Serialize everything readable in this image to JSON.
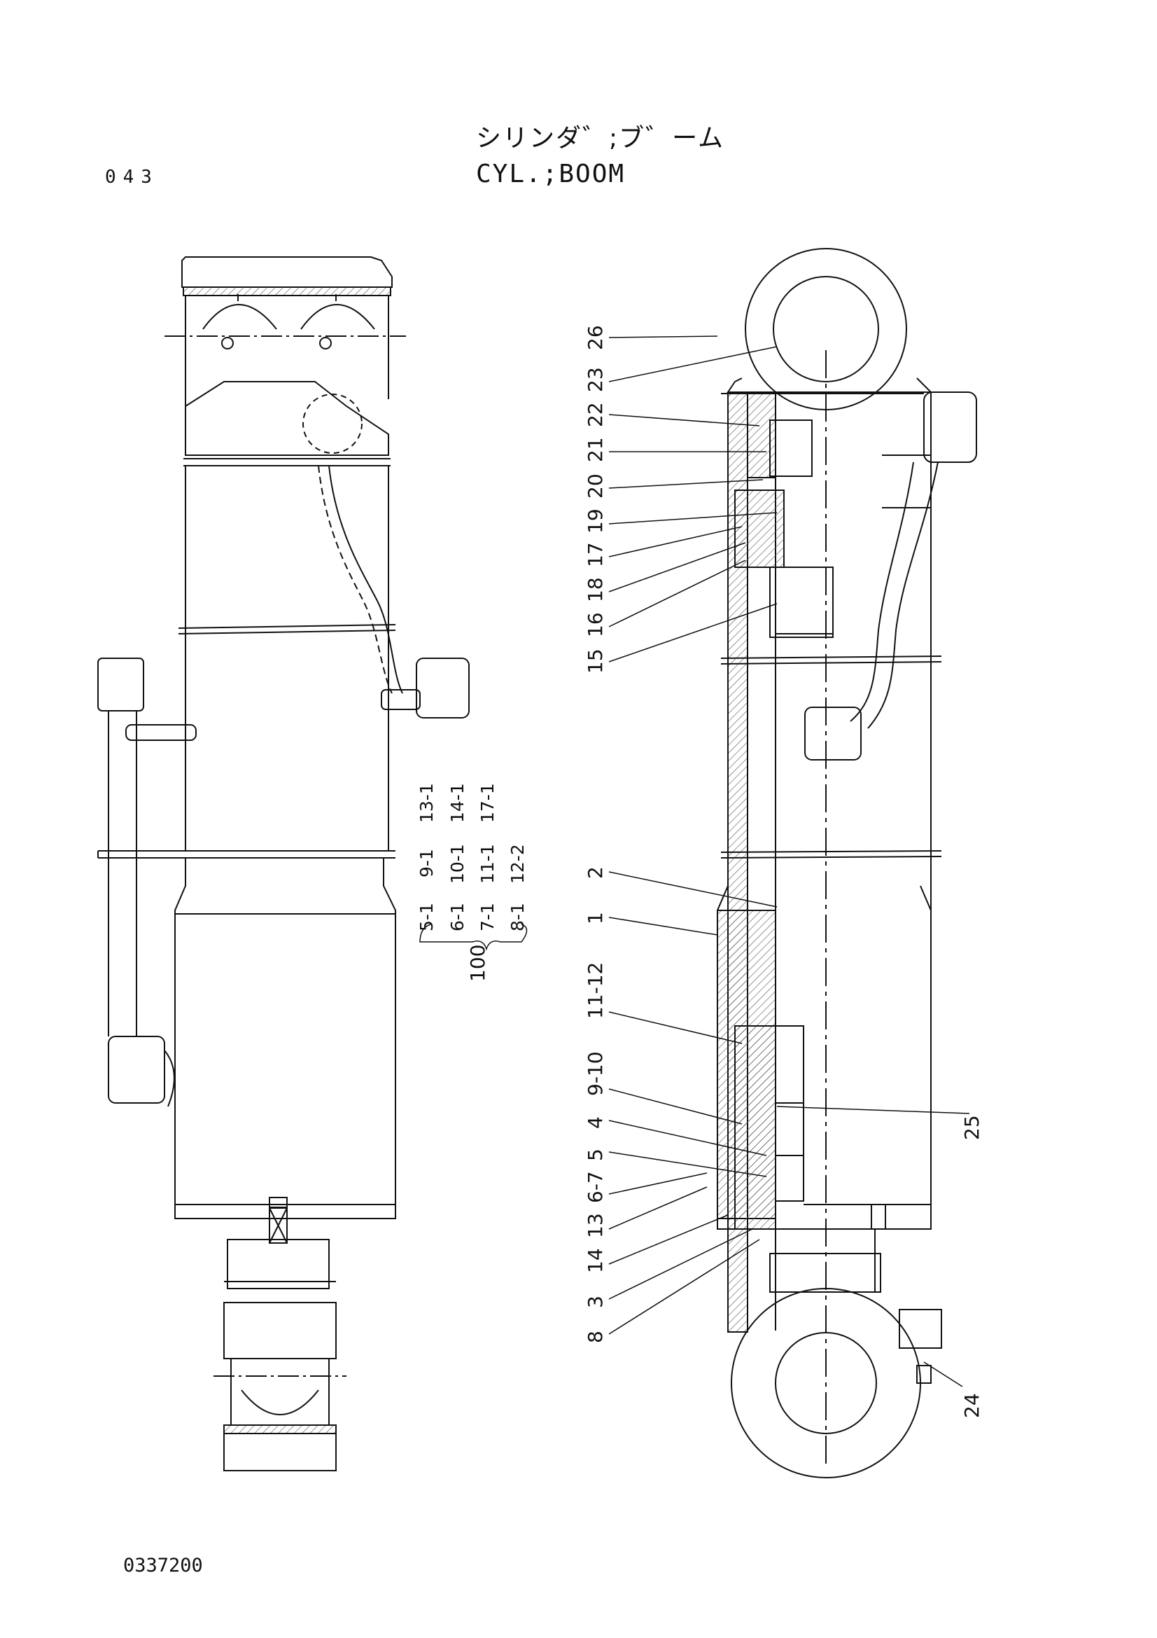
{
  "header": {
    "page_number": "043",
    "title_jp": "シリンダ゛;ブ゛ーム",
    "title_en": "CYL.;BOOM"
  },
  "footer": {
    "drawing_number": "0337200"
  },
  "callouts": [
    {
      "id": "c26",
      "label": "26"
    },
    {
      "id": "c23",
      "label": "23"
    },
    {
      "id": "c22",
      "label": "22"
    },
    {
      "id": "c21",
      "label": "21"
    },
    {
      "id": "c20",
      "label": "20"
    },
    {
      "id": "c19",
      "label": "19"
    },
    {
      "id": "c17",
      "label": "17"
    },
    {
      "id": "c18",
      "label": "18"
    },
    {
      "id": "c16",
      "label": "16"
    },
    {
      "id": "c15",
      "label": "15"
    },
    {
      "id": "c2",
      "label": "2"
    },
    {
      "id": "c1",
      "label": "1"
    },
    {
      "id": "c1112",
      "label": "11-12"
    },
    {
      "id": "c910",
      "label": "9-10"
    },
    {
      "id": "c4",
      "label": "4"
    },
    {
      "id": "c5",
      "label": "5"
    },
    {
      "id": "c67",
      "label": "6-7"
    },
    {
      "id": "c13",
      "label": "13"
    },
    {
      "id": "c14",
      "label": "14"
    },
    {
      "id": "c3",
      "label": "3"
    },
    {
      "id": "c8",
      "label": "8"
    },
    {
      "id": "c25",
      "label": "25"
    },
    {
      "id": "c24",
      "label": "24"
    }
  ],
  "kit": {
    "label": "100",
    "rows": [
      [
        "5-1",
        "9-1",
        "13-1"
      ],
      [
        "6-1",
        "10-1",
        "14-1"
      ],
      [
        "7-1",
        "11-1",
        "17-1"
      ],
      [
        "8-1",
        "12-2",
        ""
      ]
    ]
  }
}
